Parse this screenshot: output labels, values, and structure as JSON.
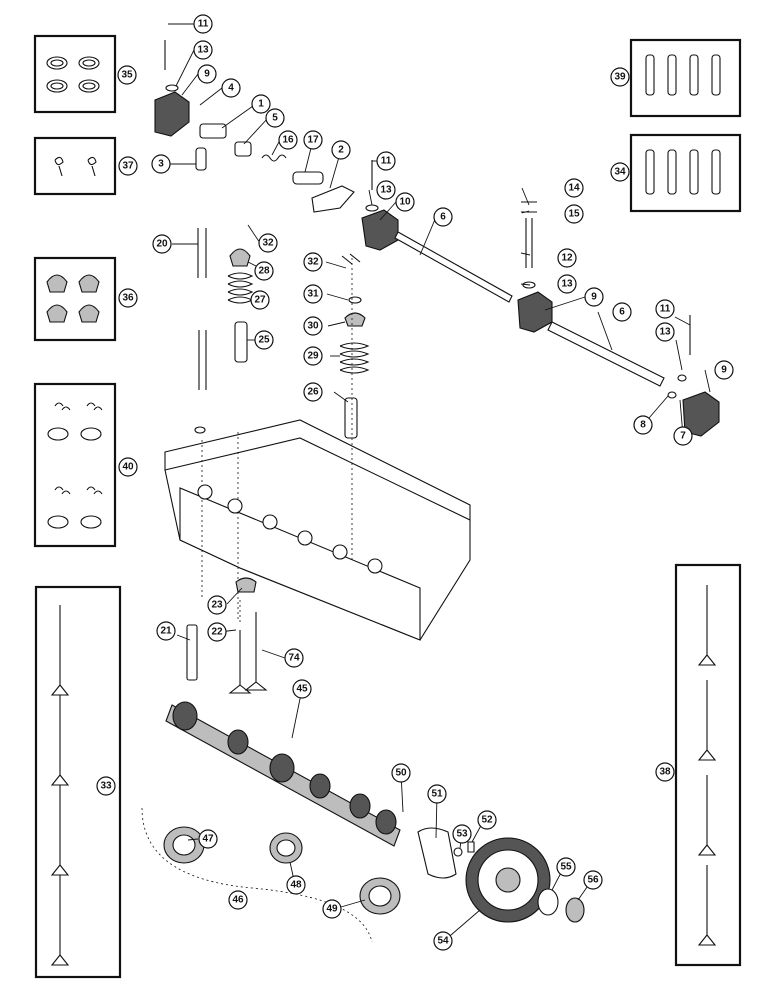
{
  "callouts": [
    {
      "id": "c1",
      "label": "1"
    },
    {
      "id": "c2",
      "label": "2"
    },
    {
      "id": "c3",
      "label": "3"
    },
    {
      "id": "c4",
      "label": "4"
    },
    {
      "id": "c5",
      "label": "5"
    },
    {
      "id": "c6a",
      "label": "6"
    },
    {
      "id": "c6b",
      "label": "6"
    },
    {
      "id": "c7",
      "label": "7"
    },
    {
      "id": "c8",
      "label": "8"
    },
    {
      "id": "c9a",
      "label": "9"
    },
    {
      "id": "c9b",
      "label": "9"
    },
    {
      "id": "c9c",
      "label": "9"
    },
    {
      "id": "c10",
      "label": "10"
    },
    {
      "id": "c11a",
      "label": "11"
    },
    {
      "id": "c11b",
      "label": "11"
    },
    {
      "id": "c11c",
      "label": "11"
    },
    {
      "id": "c12",
      "label": "12"
    },
    {
      "id": "c13a",
      "label": "13"
    },
    {
      "id": "c13b",
      "label": "13"
    },
    {
      "id": "c13c",
      "label": "13"
    },
    {
      "id": "c13d",
      "label": "13"
    },
    {
      "id": "c14",
      "label": "14"
    },
    {
      "id": "c15",
      "label": "15"
    },
    {
      "id": "c16",
      "label": "16"
    },
    {
      "id": "c17",
      "label": "17"
    },
    {
      "id": "c20",
      "label": "20"
    },
    {
      "id": "c21",
      "label": "21"
    },
    {
      "id": "c22",
      "label": "22"
    },
    {
      "id": "c23",
      "label": "23"
    },
    {
      "id": "c25",
      "label": "25"
    },
    {
      "id": "c26",
      "label": "26"
    },
    {
      "id": "c27",
      "label": "27"
    },
    {
      "id": "c28",
      "label": "28"
    },
    {
      "id": "c29",
      "label": "29"
    },
    {
      "id": "c30",
      "label": "30"
    },
    {
      "id": "c31",
      "label": "31"
    },
    {
      "id": "c32a",
      "label": "32"
    },
    {
      "id": "c32b",
      "label": "32"
    },
    {
      "id": "c33",
      "label": "33"
    },
    {
      "id": "c34",
      "label": "34"
    },
    {
      "id": "c35",
      "label": "35"
    },
    {
      "id": "c36",
      "label": "36"
    },
    {
      "id": "c37",
      "label": "37"
    },
    {
      "id": "c38",
      "label": "38"
    },
    {
      "id": "c39",
      "label": "39"
    },
    {
      "id": "c40",
      "label": "40"
    },
    {
      "id": "c45",
      "label": "45"
    },
    {
      "id": "c46",
      "label": "46"
    },
    {
      "id": "c47",
      "label": "47"
    },
    {
      "id": "c48",
      "label": "48"
    },
    {
      "id": "c49",
      "label": "49"
    },
    {
      "id": "c50",
      "label": "50"
    },
    {
      "id": "c51",
      "label": "51"
    },
    {
      "id": "c52",
      "label": "52"
    },
    {
      "id": "c53",
      "label": "53"
    },
    {
      "id": "c54",
      "label": "54"
    },
    {
      "id": "c55",
      "label": "55"
    },
    {
      "id": "c56",
      "label": "56"
    },
    {
      "id": "c74",
      "label": "74"
    }
  ]
}
